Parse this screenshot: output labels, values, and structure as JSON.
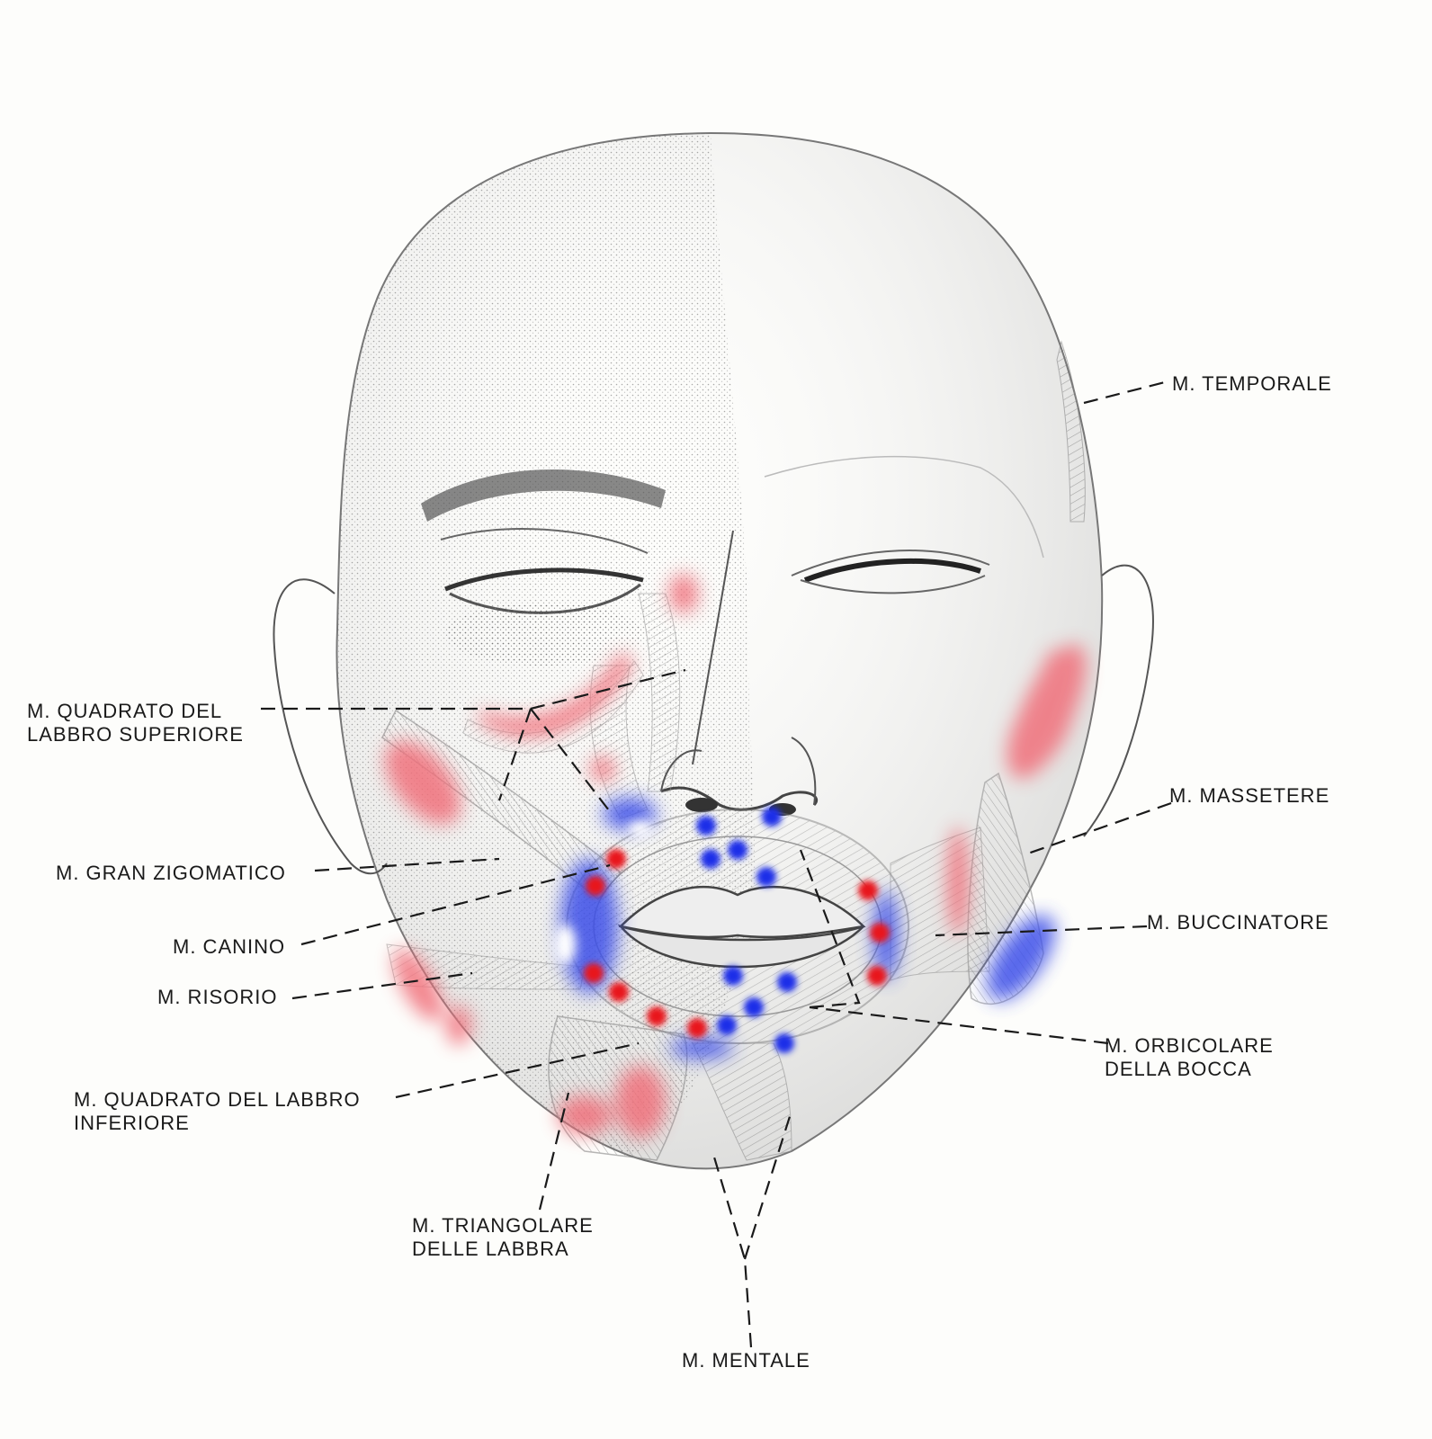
{
  "labels": {
    "temporale": [
      "M. TEMPORALE"
    ],
    "quadrato_sup": [
      "M. QUADRATO DEL",
      "LABBRO SUPERIORE"
    ],
    "gran_zigomatico": [
      "M. GRAN ZIGOMATICO"
    ],
    "canino": [
      "M. CANINO"
    ],
    "risorio": [
      "M. RISORIO"
    ],
    "quadrato_inf": [
      "M. QUADRATO DEL LABBRO",
      "INFERIORE"
    ],
    "triangolare": [
      "M. TRIANGOLARE",
      "DELLE LABBRA"
    ],
    "mentale": [
      "M. MENTALE"
    ],
    "massetere": [
      "M. MASSETERE"
    ],
    "buccinatore": [
      "M. BUCCINATORE"
    ],
    "orbicolare": [
      "M. ORBICOLARE",
      "DELLA BOCCA"
    ]
  },
  "colors": {
    "red_point": "#e8121a",
    "blue_point": "#1c2de8",
    "red_zone": "#f0707a",
    "blue_zone": "#3a4ee8"
  }
}
